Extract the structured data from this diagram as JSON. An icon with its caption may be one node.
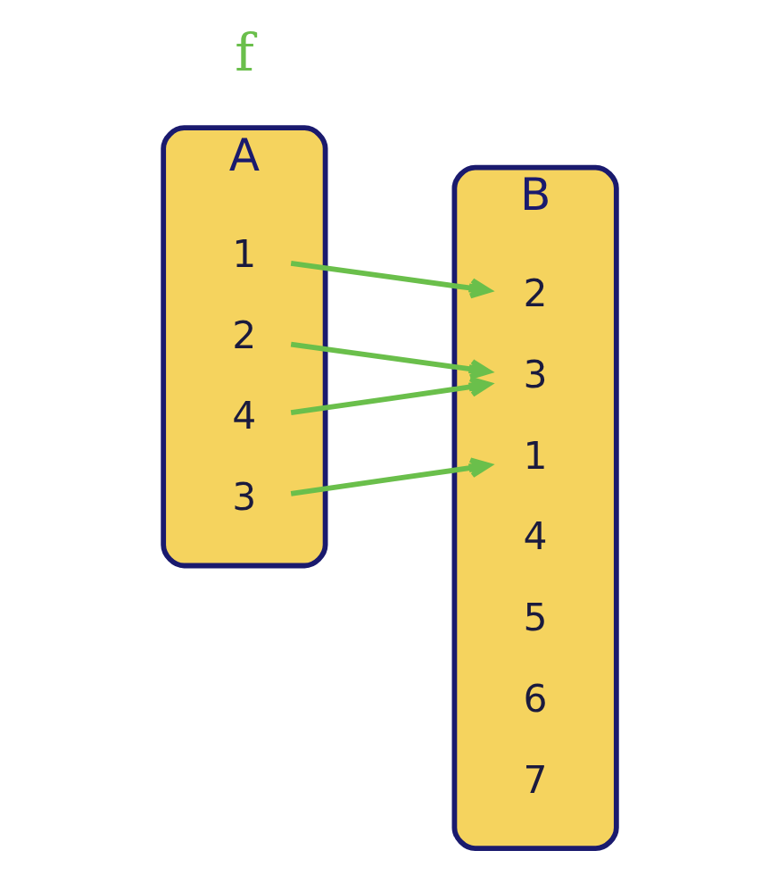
{
  "diagram": {
    "nodes": [
      {
        "text": [
          "A"
        ]
      },
      {
        "text": [
          "1"
        ],
        "in": 0
      },
      {
        "text": [
          "2"
        ],
        "in": 0
      },
      {
        "text": [
          "3"
        ],
        "in": 0
      },
      {
        "text": [
          "4"
        ],
        "in": 0
      },
      {
        "text": [
          "B"
        ]
      },
      {
        "text": [
          "1"
        ],
        "in": 5
      },
      {
        "text": [
          "2"
        ],
        "in": 5
      },
      {
        "text": [
          "3"
        ],
        "in": 5
      },
      {
        "text": [
          "4"
        ],
        "in": 5
      },
      {
        "text": [
          "5"
        ],
        "in": 5
      },
      {
        "text": [
          "6"
        ],
        "in": 5
      },
      {
        "text": [
          "7"
        ],
        "in": 5
      }
    ],
    "edges": [
      {
        "from": 1,
        "to": 7,
        "arrow": "to"
      },
      {
        "from": 2,
        "to": 8,
        "arrow": "to"
      },
      {
        "from": 3,
        "to": 6,
        "arrow": "to"
      },
      {
        "from": 4,
        "to": 8,
        "arrow": "to"
      }
    ],
    "labels": [
      "f"
    ]
  }
}
